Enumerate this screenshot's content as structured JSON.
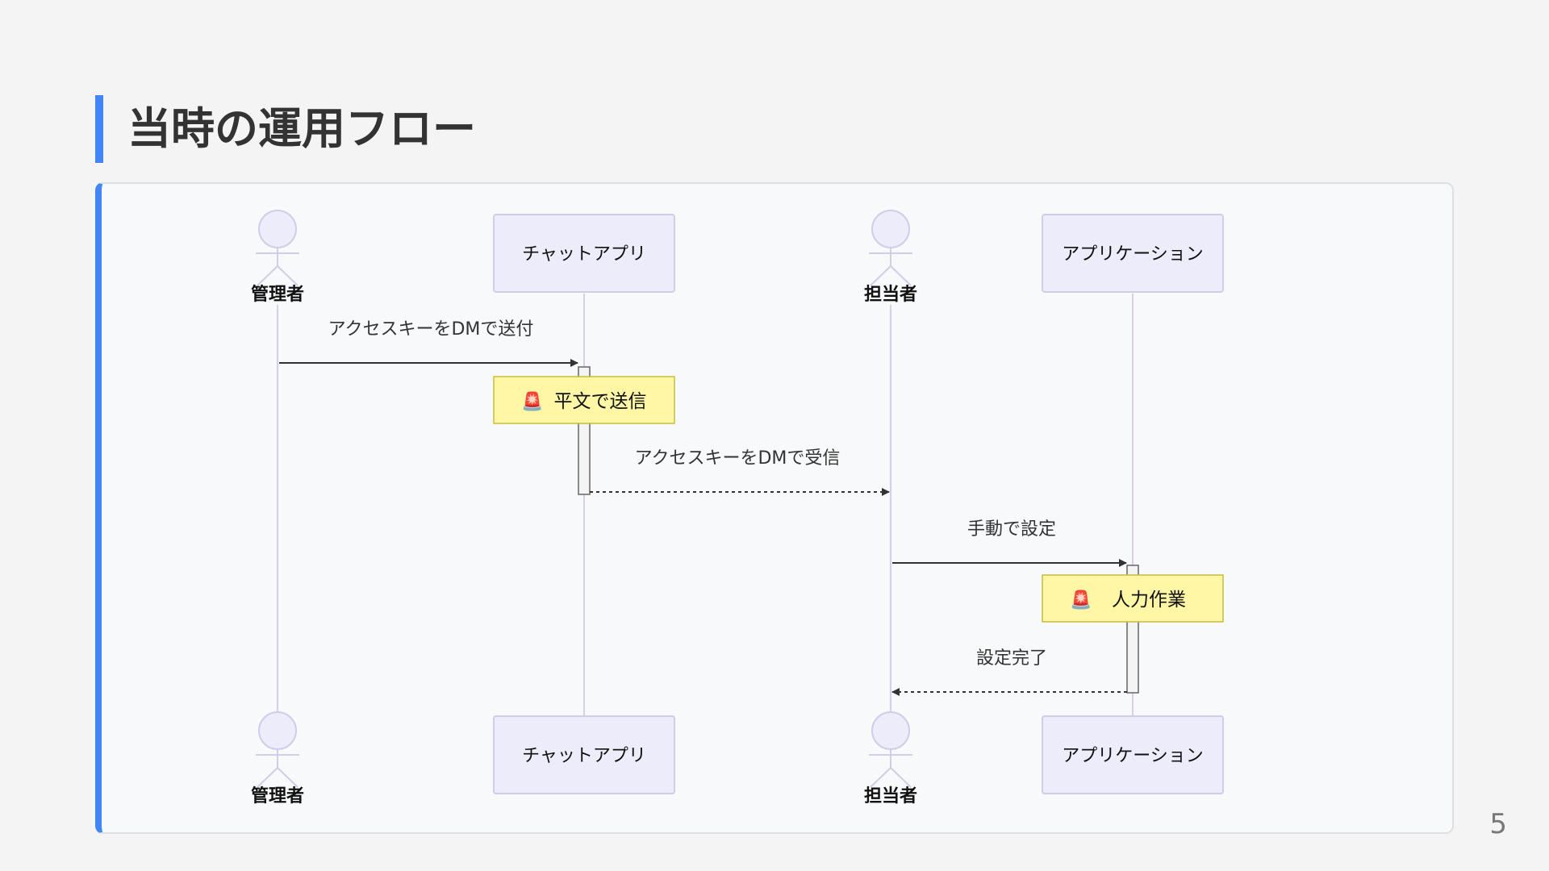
{
  "slide": {
    "title": "当時の運用フロー",
    "page_number": "5"
  },
  "diagram": {
    "participants": [
      {
        "id": "admin",
        "kind": "actor",
        "label": "管理者"
      },
      {
        "id": "chat",
        "kind": "box",
        "label": "チャットアプリ"
      },
      {
        "id": "staff",
        "kind": "actor",
        "label": "担当者"
      },
      {
        "id": "app",
        "kind": "box",
        "label": "アプリケーション"
      }
    ],
    "messages": [
      {
        "from": "admin",
        "to": "chat",
        "label": "アクセスキーをDMで送付",
        "style": "solid"
      },
      {
        "from": "chat",
        "to": "staff",
        "label": "アクセスキーをDMで受信",
        "style": "dashed"
      },
      {
        "from": "staff",
        "to": "app",
        "label": "手動で設定",
        "style": "solid"
      },
      {
        "from": "app",
        "to": "staff",
        "label": "設定完了",
        "style": "dashed"
      }
    ],
    "notes": [
      {
        "over": "chat",
        "icon": "siren-icon",
        "icon_glyph": "🚨",
        "label": "平文で送信"
      },
      {
        "over": "app",
        "icon": "siren-icon",
        "icon_glyph": "🚨",
        "label": "人力作業"
      }
    ],
    "colors": {
      "participant_fill": "#ececfb",
      "participant_stroke": "#cfcde8",
      "lifeline": "#d7cfe9",
      "note_fill": "#fff6a6",
      "note_stroke": "#c8bc3c",
      "arrow": "#333333",
      "accent": "#4285f4"
    }
  }
}
